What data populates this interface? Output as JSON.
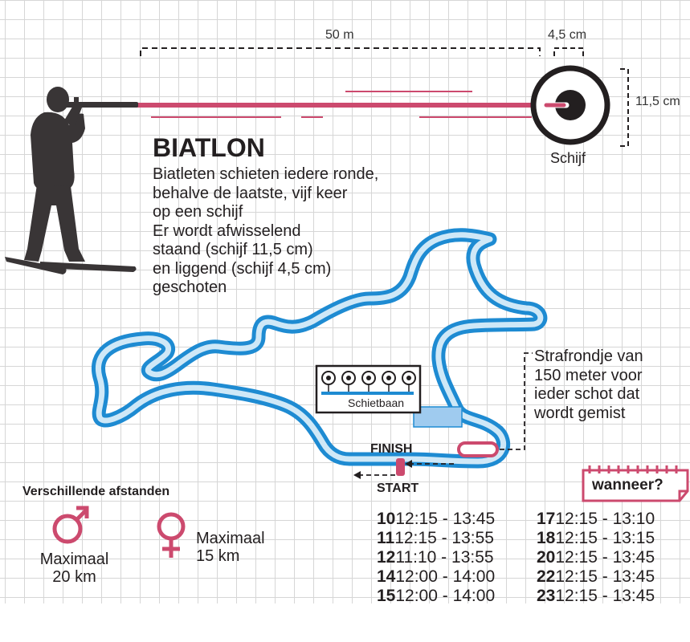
{
  "labels": {
    "dist_50": "50 m",
    "dist_45": "4,5 cm",
    "dist_115": "11,5 cm",
    "target": "Schijf",
    "title": "BIATLON",
    "description": [
      "Biatleten schieten iedere ronde,",
      "behalve de laatste, vijf keer",
      "op een schijf",
      "Er wordt afwisselend",
      "staand (schijf 11,5 cm)",
      "en liggend (schijf 4,5 cm)",
      "geschoten"
    ],
    "penalty": [
      "Strafrondje van",
      "150 meter voor",
      "ieder schot dat",
      "wordt gemist"
    ],
    "range": "Schietbaan",
    "finish": "FINISH",
    "start": "START"
  },
  "distances": {
    "title": "Verschillende afstanden",
    "male": "Maximaal 20 km",
    "female": "Maximaal 15 km"
  },
  "schedule": {
    "badge": "wanneer?",
    "rows": [
      {
        "day": "10",
        "time": "12:15 - 13:45"
      },
      {
        "day": "11",
        "time": "12:15 - 13:55"
      },
      {
        "day": "12",
        "time": "11:10 - 13:55"
      },
      {
        "day": "14",
        "time": "12:00 - 14:00"
      },
      {
        "day": "15",
        "time": "12:00 - 14:00"
      },
      {
        "day": "17",
        "time": "12:15 - 13:10"
      },
      {
        "day": "18",
        "time": "12:15 - 13:15"
      },
      {
        "day": "20",
        "time": "12:15 - 13:45"
      },
      {
        "day": "22",
        "time": "12:15 - 13:45"
      },
      {
        "day": "23",
        "time": "12:15 - 13:45"
      }
    ]
  },
  "colors": {
    "pink": "#cc4a6e",
    "blue": "#1e8bd2",
    "light_blue": "#cfe8f7",
    "dark": "#393536"
  },
  "icons": [
    "biathlete-silhouette",
    "target-icon",
    "male-symbol-icon",
    "female-symbol-icon",
    "shooting-target-icon"
  ]
}
